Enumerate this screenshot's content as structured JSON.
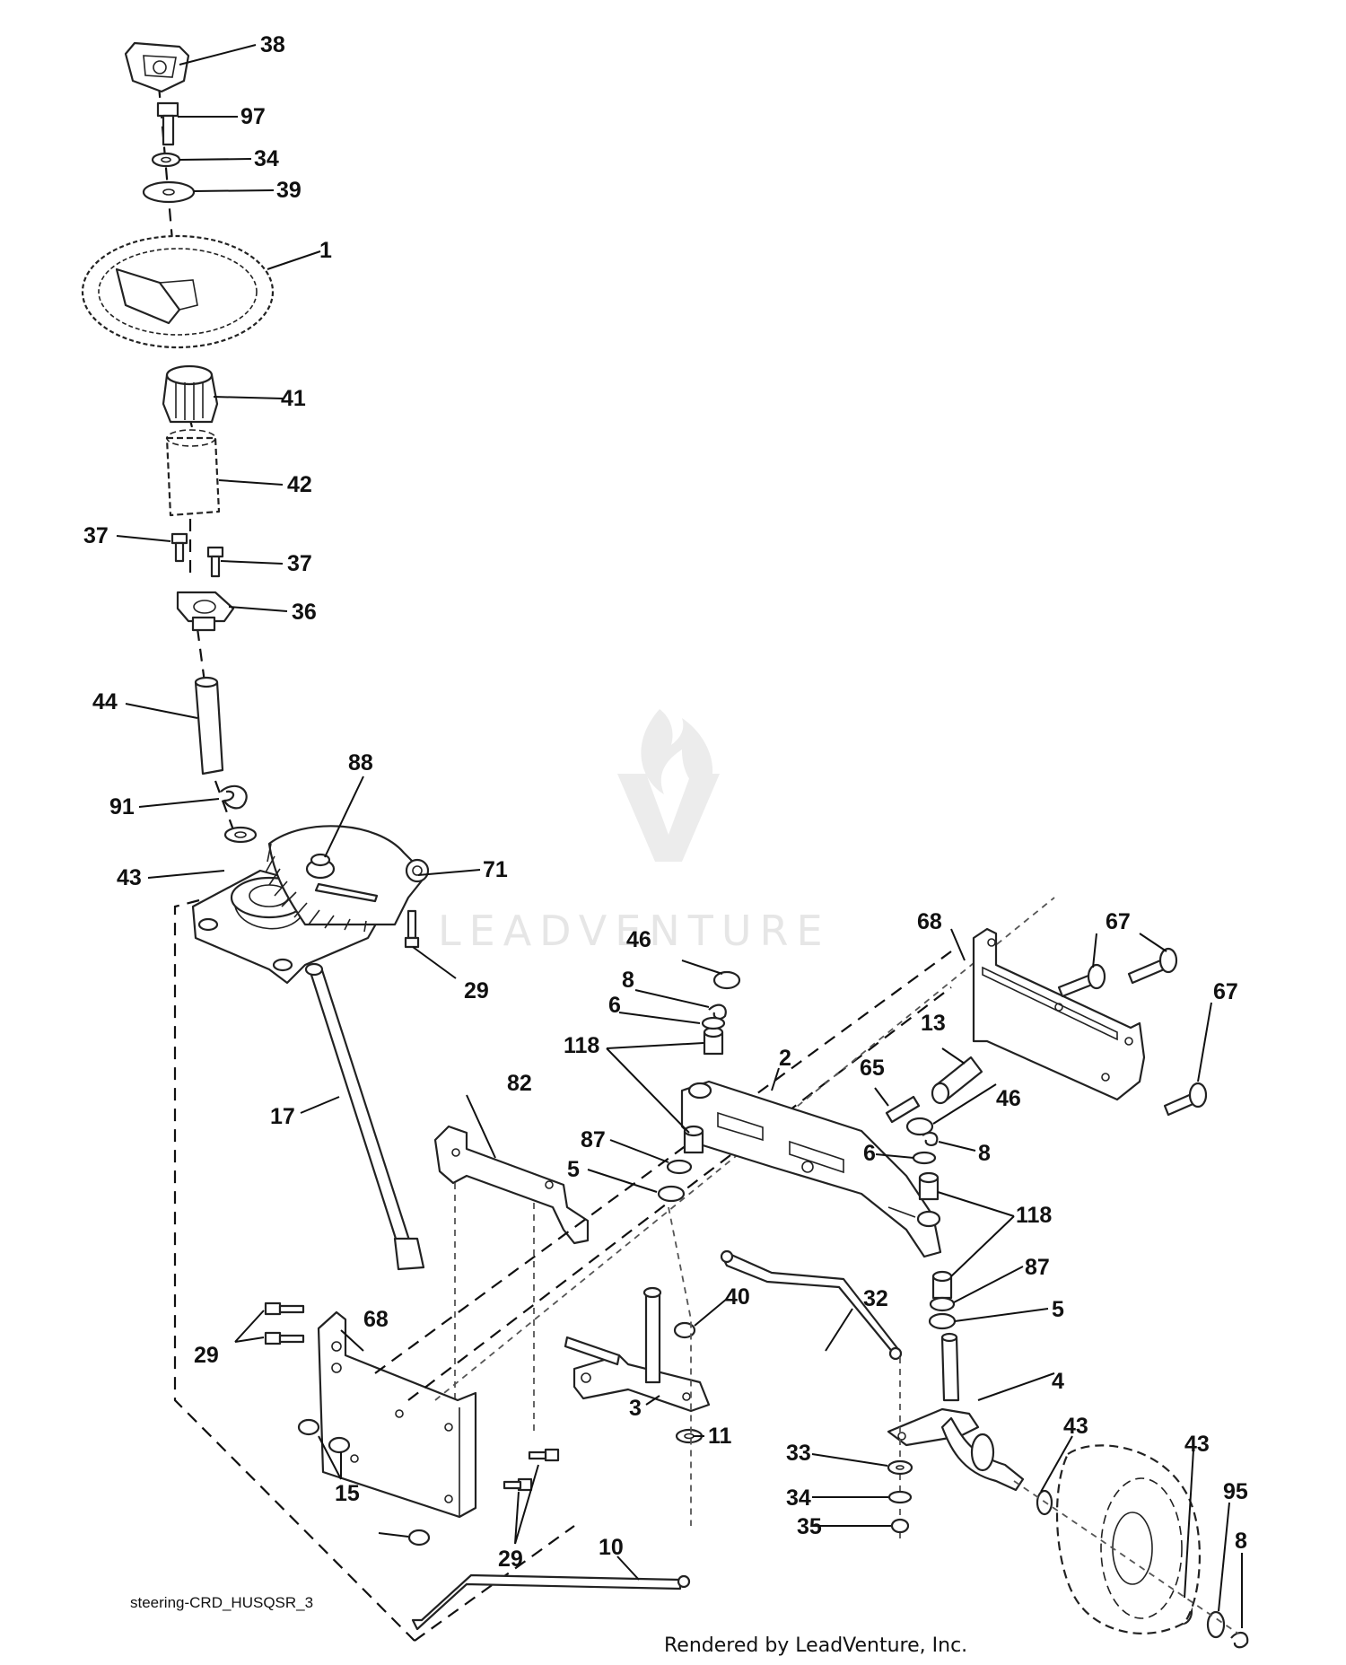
{
  "diagram": {
    "caption": "steering-CRD_HUSQSR_3",
    "credit": "Rendered by LeadVenture, Inc.",
    "watermark": "LEADVENTURE",
    "callouts": [
      "38",
      "97",
      "34",
      "39",
      "1",
      "41",
      "42",
      "37",
      "37",
      "36",
      "44",
      "91",
      "88",
      "43",
      "71",
      "29",
      "17",
      "46",
      "8",
      "6",
      "118",
      "2",
      "68",
      "67",
      "67",
      "13",
      "65",
      "46",
      "8",
      "6",
      "118",
      "87",
      "5",
      "82",
      "87",
      "5",
      "40",
      "32",
      "29",
      "68",
      "3",
      "11",
      "4",
      "33",
      "34",
      "35",
      "43",
      "43",
      "95",
      "8",
      "15",
      "29",
      "10"
    ]
  }
}
